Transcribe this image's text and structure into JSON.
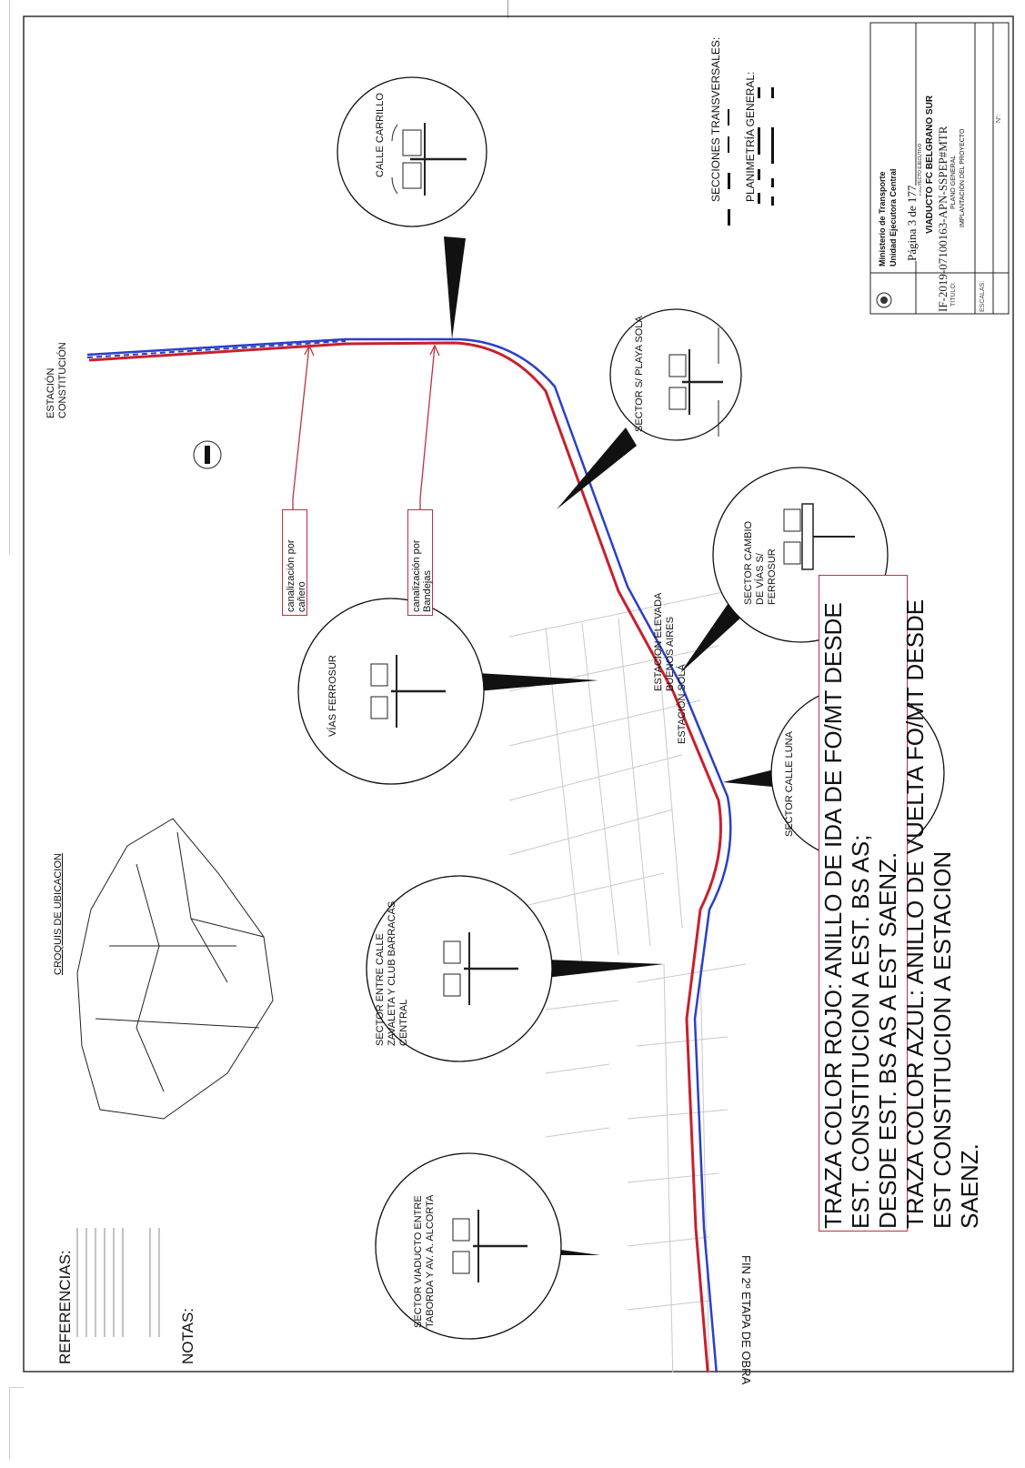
{
  "title_block": {
    "ministry": "Ministerio de Transporte",
    "unit": "Unidad Ejecutora Central",
    "project_type": "PROYECTO EJECUTIVO",
    "project_name": "VIADUCTO FC BELGRANO SUR",
    "doc_number": "IF-2019-07100163-APN-SSPEP#MTR",
    "sheet_title_1": "PLANO GENERAL",
    "sheet_title_2": "IMPLANTACIÓN DEL PROYECTO",
    "page": "Página 3 de 177",
    "field_titulo": "TÍTULO:",
    "field_escalas": "ESCALAS:",
    "field_numero": "N°:"
  },
  "scales": {
    "sections_label": "SECCIONES TRANSVERSALES:",
    "plan_label": "PLANIMETRÍA GENERAL:"
  },
  "sections": {
    "calle_carrillo": "CALLE CARRILLO",
    "playa_sola": "SECTOR S/ PLAYA SOLA",
    "cambio_vias": "SECTOR CAMBIO DE VÍAS S/ FERROSUR",
    "vias_ferrosur": "VÍAS FERROSUR",
    "calle_luna": "SECTOR CALLE LUNA",
    "zavaleta": "SECTOR ENTRE CALLE ZAVALETA Y CLUB BARRACAS CENTRAL",
    "taborda": "SECTOR VIADUCTO ENTRE TABORDA Y AV. A. ALCORTA"
  },
  "stations": {
    "constitucion": "ESTACIÓN CONSTITUCIÓN",
    "buenos_aires": "ESTACIÓN ELEVADA BUENOS AIRES",
    "sola": "ESTACIÓN SOLÁ"
  },
  "annotations": {
    "canalizacion_canero": "canalización por cañero",
    "canalizacion_bandejas": "canalización por Bandejas",
    "fin_obra": "FIN 2º ETAPA DE OBRA",
    "croquis": "CROQUIS DE UBICACION"
  },
  "legend": {
    "line1": "TRAZA COLOR ROJO: ANILLO DE IDA DE FO/MT DESDE EST. CONSTITUCION A EST.  BS AS;",
    "line2": "DESDE EST. BS AS A EST SAENZ.",
    "line3": "TRAZA COLOR AZUL: ANILLO DE VUELTA FO/MT DESDE EST CONSTITUCION A ESTACION",
    "line4": "SAENZ."
  },
  "references": {
    "heading": "REFERENCIAS:",
    "notes_heading": "NOTAS:"
  },
  "colors": {
    "red_route": "#c8202e",
    "blue_route": "#2b3fc8",
    "callout_border": "#c03040"
  }
}
